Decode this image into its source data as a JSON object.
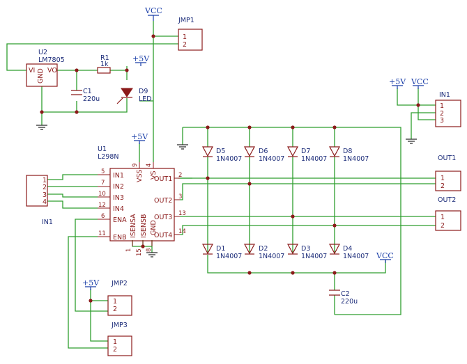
{
  "power": {
    "vcc": "VCC",
    "plus5v": "+5V"
  },
  "jmp1": {
    "ref": "JMP1",
    "pin1": "1",
    "pin2": "2"
  },
  "jmp2": {
    "ref": "JMP2",
    "pin1": "1",
    "pin2": "2"
  },
  "jmp3": {
    "ref": "JMP3",
    "pin1": "1",
    "pin2": "2"
  },
  "u2": {
    "ref": "U2",
    "value": "LM7805",
    "vi": "VI",
    "vo": "VO",
    "gnd": "GND"
  },
  "r1": {
    "ref": "R1",
    "value": "1k"
  },
  "c1": {
    "ref": "C1",
    "value": "220u"
  },
  "c2": {
    "ref": "C2",
    "value": "220u"
  },
  "d9": {
    "ref": "D9",
    "value": "LED"
  },
  "diodes": [
    {
      "ref": "D5",
      "value": "1N4007"
    },
    {
      "ref": "D6",
      "value": "1N4007"
    },
    {
      "ref": "D7",
      "value": "1N4007"
    },
    {
      "ref": "D8",
      "value": "1N4007"
    },
    {
      "ref": "D1",
      "value": "1N4007"
    },
    {
      "ref": "D2",
      "value": "1N4007"
    },
    {
      "ref": "D3",
      "value": "1N4007"
    },
    {
      "ref": "D4",
      "value": "1N4007"
    }
  ],
  "u1": {
    "ref": "U1",
    "value": "L298N",
    "pins_left": [
      {
        "num": "5",
        "name": "IN1"
      },
      {
        "num": "7",
        "name": "IN2"
      },
      {
        "num": "10",
        "name": "IN3"
      },
      {
        "num": "12",
        "name": "IN4"
      },
      {
        "num": "6",
        "name": "ENA"
      },
      {
        "num": "11",
        "name": "ENB"
      }
    ],
    "pins_right": [
      {
        "num": "2",
        "name": "OUT1"
      },
      {
        "num": "3",
        "name": "OUT2"
      },
      {
        "num": "13",
        "name": "OUT3"
      },
      {
        "num": "14",
        "name": "OUT4"
      }
    ],
    "pins_top": [
      {
        "num": "9",
        "name": "VSS"
      },
      {
        "num": "4",
        "name": "VS"
      }
    ],
    "pins_bottom": [
      {
        "num": "1",
        "name": "ISENSA"
      },
      {
        "num": "15",
        "name": "ISENSB"
      },
      {
        "num": "8",
        "name": "GND"
      }
    ]
  },
  "in1_left": {
    "ref": "IN1",
    "pins": [
      "1",
      "2",
      "3",
      "4"
    ]
  },
  "in1_right": {
    "ref": "IN1",
    "pins": [
      "1",
      "2",
      "3"
    ]
  },
  "out1": {
    "ref": "OUT1",
    "pins": [
      "1",
      "2"
    ]
  },
  "out2": {
    "ref": "OUT2",
    "pins": [
      "1",
      "2"
    ]
  }
}
